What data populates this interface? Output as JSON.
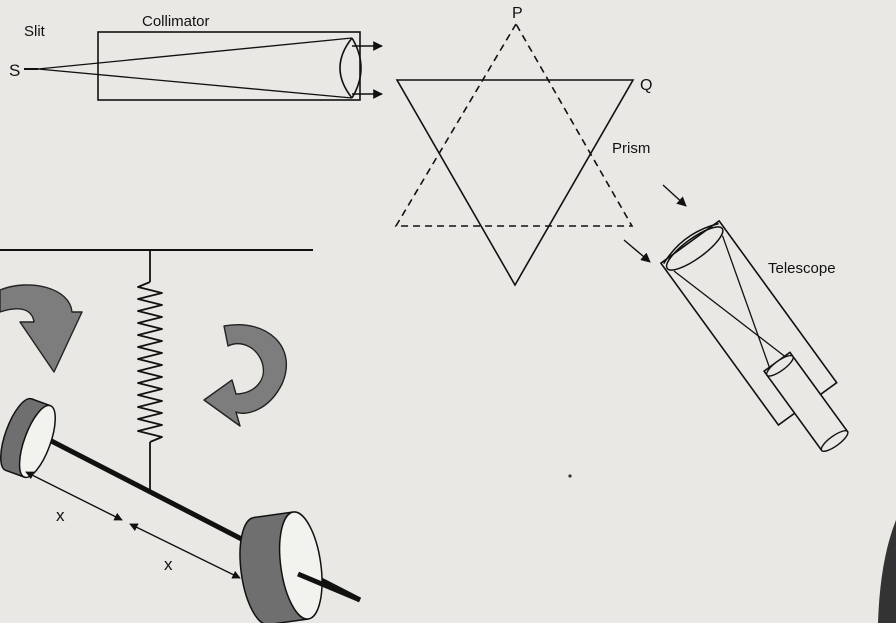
{
  "spectrometer": {
    "slit_label": "Slit",
    "source_label": "S",
    "collimator_label": "Collimator",
    "vertex_p_label": "P",
    "vertex_q_label": "Q",
    "prism_label": "Prism",
    "telescope_label": "Telescope"
  },
  "pendulum": {
    "distance_left_label": "x",
    "distance_right_label": "x"
  },
  "colors": {
    "ink": "#111111",
    "paper": "#e9e8e4",
    "arrow_fill": "#7d7d7d",
    "mass_shade": "#6f6f6f"
  }
}
